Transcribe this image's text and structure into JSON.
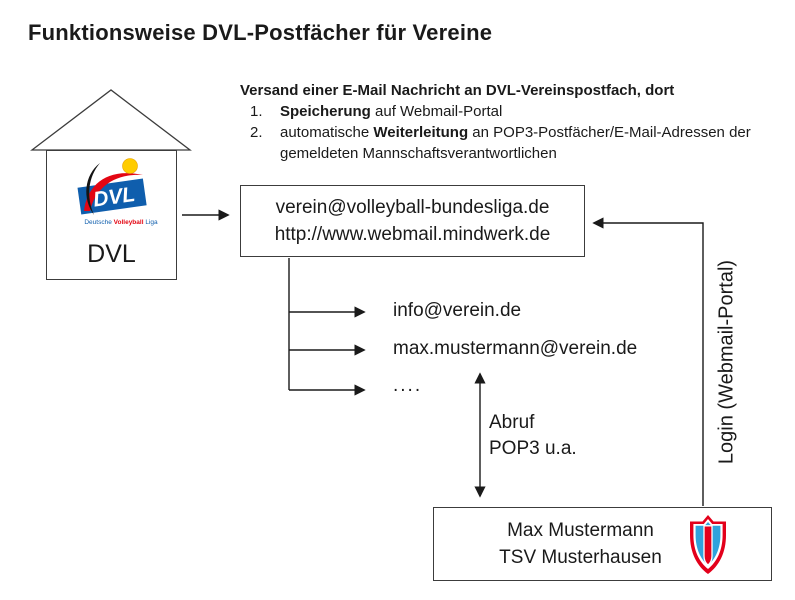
{
  "title": "Funktionsweise DVL-Postfächer für Vereine",
  "intro": {
    "heading": "Versand einer E-Mail Nachricht an DVL-Vereinspostfach, dort",
    "item1": {
      "num": "1.",
      "bold": "Speicherung",
      "rest": " auf Webmail-Portal"
    },
    "item2": {
      "num": "2.",
      "pre": "automatische ",
      "bold": "Weiterleitung",
      "rest": " an POP3-Postfächer/E-Mail-Adressen der gemeldeten Mannschaftsverantwortlichen"
    }
  },
  "house": {
    "label": "DVL",
    "logo": {
      "wordmark": "DVL",
      "subtext_parts": [
        "Deutsche ",
        "Volleyball",
        " Liga"
      ]
    }
  },
  "mailbox_box": {
    "line1": "verein@volleyball-bundesliga.de",
    "line2": "http://www.webmail.mindwerk.de"
  },
  "recipients": [
    "info@verein.de",
    "max.mustermann@verein.de",
    "...."
  ],
  "abruf": {
    "line1": "Abruf",
    "line2": "POP3 u.a."
  },
  "login_label": "Login (Webmail-Portal)",
  "user_box": {
    "line1": "Max Mustermann",
    "line2": "TSV Musterhausen"
  },
  "colors": {
    "line": "#1a1a1a",
    "box_border": "#3c3c3c",
    "logo_blue": "#0f5ead",
    "logo_red": "#e30613",
    "logo_yellow": "#ffcc00",
    "crest_red": "#e3001b",
    "crest_blue": "#2fa3dc"
  }
}
